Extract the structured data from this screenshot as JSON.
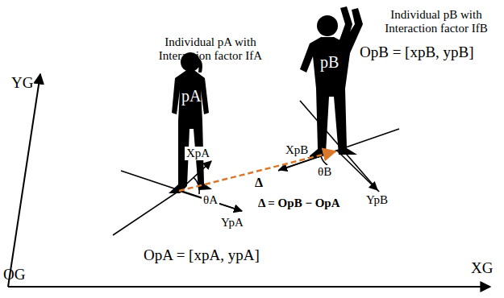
{
  "diagram": {
    "labels": [
      "Individual pA with Interaction factor IfA",
      "Individual pB with Interaction factor IfB",
      "YG",
      "OG",
      "XG",
      "pA",
      "pB",
      "OpB = [xpB, ypB]",
      "XpB",
      "θB",
      "YpB",
      "XpA",
      "θA",
      "YpA",
      "Δ",
      "Δ = OpB − OpA",
      "OpA = [xpA, ypA]"
    ]
  }
}
